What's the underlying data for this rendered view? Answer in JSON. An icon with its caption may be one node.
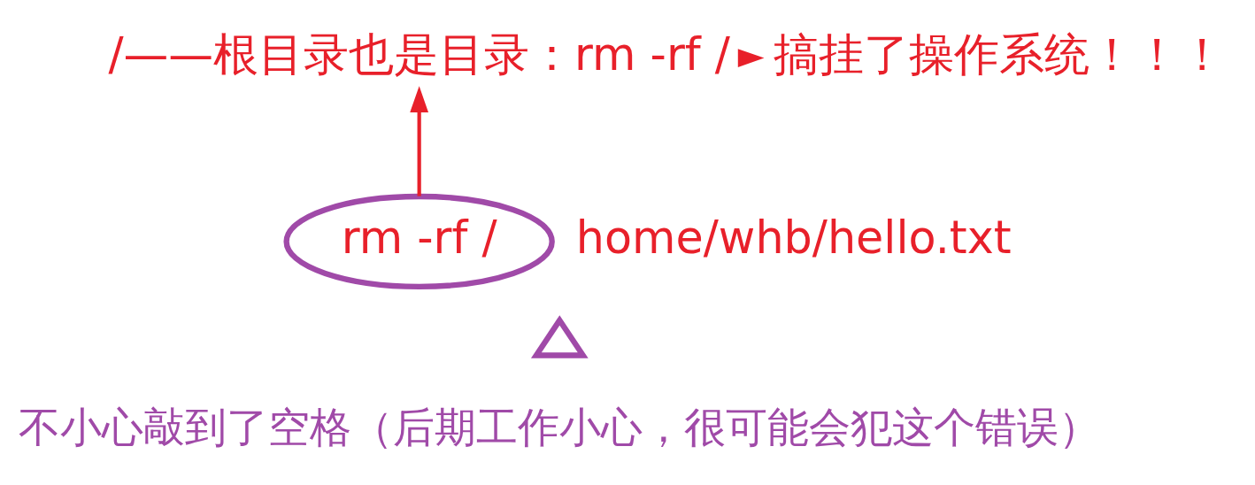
{
  "diagram": {
    "nodes": [
      {
        "text": [
          "/——根目录也是目录：rm -rf /"
        ]
      },
      {
        "text": [
          "搞挂了操作系统！！！"
        ]
      },
      {
        "text": [
          "rm -rf /"
        ],
        "beside": [
          "home/whb/hello.txt"
        ]
      },
      {
        "text": [],
        "shape": "triangle",
        "beside": [
          "不小心敲到了空格（后期工作小心，很可能会犯这个错误）"
        ]
      }
    ],
    "edges": [
      {
        "from": 2,
        "to": 0,
        "arrow": "to"
      },
      {
        "from": 0,
        "to": 1,
        "arrow": "to"
      }
    ]
  }
}
